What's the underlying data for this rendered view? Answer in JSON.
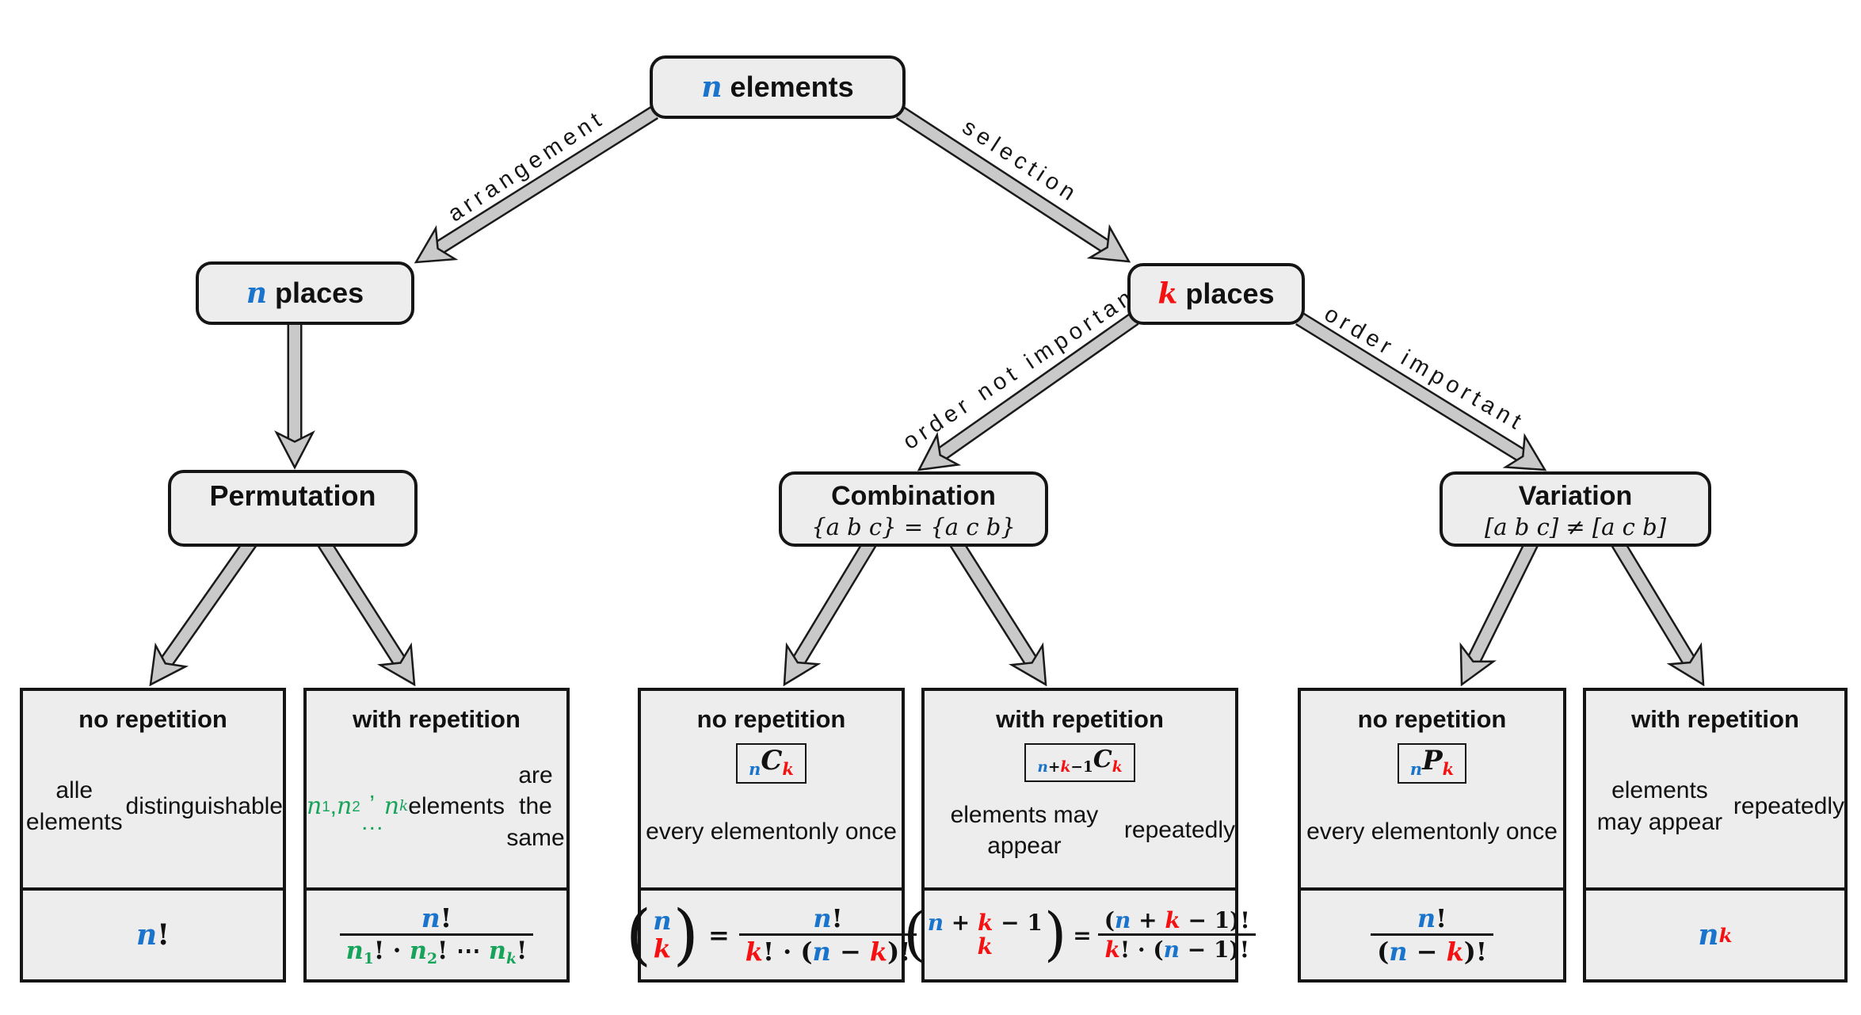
{
  "colors": {
    "blue": "#1b74cc",
    "red": "#f41112",
    "green": "#17a45a"
  },
  "nodes": {
    "root": {
      "title": [
        {
          "t": "n",
          "c": "blue",
          "i": 1
        },
        {
          "t": " elements"
        }
      ]
    },
    "n_places": {
      "title": [
        {
          "t": "n",
          "c": "blue",
          "i": 1
        },
        {
          "t": " places"
        }
      ]
    },
    "k_places": {
      "title": [
        {
          "t": "k",
          "c": "red",
          "i": 1
        },
        {
          "t": " places"
        }
      ]
    },
    "permutation": {
      "title": [
        {
          "t": "Permutation"
        }
      ]
    },
    "combination": {
      "title": [
        {
          "t": "Combination"
        }
      ],
      "subtitle": [
        {
          "t": "{a b c} = {a c b}",
          "i": 1
        }
      ]
    },
    "variation": {
      "title": [
        {
          "t": "Variation"
        }
      ],
      "subtitle": [
        {
          "t": "[a b c] ≠ [a c b]",
          "i": 1
        }
      ]
    }
  },
  "edge_labels": {
    "arrangement": "arrangement",
    "selection": "selection",
    "order_not_important": "order not important",
    "order_important": "order important"
  },
  "cards": [
    {
      "title": "no repetition",
      "desc": [
        {
          "t": "alle elements"
        },
        {
          "br": 1
        },
        {
          "t": "distinguishable"
        }
      ],
      "formula": [
        {
          "t": "n",
          "c": "blue",
          "i": 1
        },
        {
          "t": "!"
        }
      ]
    },
    {
      "title": "with repetition",
      "desc": [
        {
          "t": "n",
          "c": "green",
          "i": 1
        },
        {
          "t": "1",
          "c": "green",
          "sub": 1
        },
        {
          "t": ", ",
          "c": "green"
        },
        {
          "t": "n",
          "c": "green",
          "i": 1
        },
        {
          "t": "2",
          "c": "green",
          "sub": 1
        },
        {
          "t": ", … ",
          "c": "green"
        },
        {
          "t": "n",
          "c": "green",
          "i": 1
        },
        {
          "t": "k",
          "c": "green",
          "i": 1,
          "sub": 1
        },
        {
          "t": " elements"
        },
        {
          "br": 1
        },
        {
          "t": "are the same"
        }
      ],
      "formula": {
        "num": [
          {
            "t": "n",
            "c": "blue",
            "i": 1
          },
          {
            "t": "!"
          }
        ],
        "den": [
          {
            "t": "n",
            "c": "green",
            "i": 1
          },
          {
            "t": "1",
            "c": "green",
            "sub": 1
          },
          {
            "t": "! · "
          },
          {
            "t": "n",
            "c": "green",
            "i": 1
          },
          {
            "t": "2",
            "c": "green",
            "sub": 1
          },
          {
            "t": "! ⋯ "
          },
          {
            "t": "n",
            "c": "green",
            "i": 1
          },
          {
            "t": "k",
            "c": "green",
            "i": 1,
            "sub": 1
          },
          {
            "t": "!"
          }
        ]
      }
    },
    {
      "title": "no repetition",
      "symbol": [
        {
          "t": "n",
          "c": "blue",
          "i": 1,
          "sub": 1
        },
        {
          "t": "C",
          "i": 1
        },
        {
          "t": "k",
          "c": "red",
          "i": 1,
          "sub": 1
        }
      ],
      "desc": [
        {
          "t": "every element"
        },
        {
          "br": 1
        },
        {
          "t": "only once"
        }
      ],
      "formula": {
        "lparen": "(",
        "rparen": ")",
        "eq": "=",
        "top": [
          {
            "t": "n",
            "c": "blue",
            "i": 1
          }
        ],
        "bottom": [
          {
            "t": "k",
            "c": "red",
            "i": 1
          }
        ],
        "num": [
          {
            "t": "n",
            "c": "blue",
            "i": 1
          },
          {
            "t": "!"
          }
        ],
        "den": [
          {
            "t": "k",
            "c": "red",
            "i": 1
          },
          {
            "t": "! · ("
          },
          {
            "t": "n",
            "c": "blue",
            "i": 1
          },
          {
            "t": " − "
          },
          {
            "t": "k",
            "c": "red",
            "i": 1
          },
          {
            "t": ")!"
          }
        ]
      }
    },
    {
      "title": "with repetition",
      "symbol": [
        {
          "t": "n",
          "c": "blue",
          "i": 1,
          "sub": 1
        },
        {
          "t": "+",
          "sub": 1
        },
        {
          "t": "k",
          "c": "red",
          "i": 1,
          "sub": 1
        },
        {
          "t": "−1",
          "sub": 1
        },
        {
          "t": "C",
          "i": 1
        },
        {
          "t": "k",
          "c": "red",
          "i": 1,
          "sub": 1
        }
      ],
      "desc": [
        {
          "t": "elements may appear"
        },
        {
          "br": 1
        },
        {
          "t": "repeatedly"
        }
      ],
      "formula": {
        "lparen": "(",
        "rparen": ")",
        "eq": "=",
        "top": [
          {
            "t": "n",
            "c": "blue",
            "i": 1
          },
          {
            "t": " + "
          },
          {
            "t": "k",
            "c": "red",
            "i": 1
          },
          {
            "t": " − 1"
          }
        ],
        "bottom": [
          {
            "t": "k",
            "c": "red",
            "i": 1
          }
        ],
        "num": [
          {
            "t": "("
          },
          {
            "t": "n",
            "c": "blue",
            "i": 1
          },
          {
            "t": " + "
          },
          {
            "t": "k",
            "c": "red",
            "i": 1
          },
          {
            "t": " − 1)!"
          }
        ],
        "den": [
          {
            "t": "k",
            "c": "red",
            "i": 1
          },
          {
            "t": "! · ("
          },
          {
            "t": "n",
            "c": "blue",
            "i": 1
          },
          {
            "t": " − 1)!"
          }
        ]
      }
    },
    {
      "title": "no repetition",
      "symbol": [
        {
          "t": "n",
          "c": "blue",
          "i": 1,
          "sub": 1
        },
        {
          "t": "P",
          "i": 1
        },
        {
          "t": "k",
          "c": "red",
          "i": 1,
          "sub": 1
        }
      ],
      "desc": [
        {
          "t": "every element"
        },
        {
          "br": 1
        },
        {
          "t": "only once"
        }
      ],
      "formula": {
        "num": [
          {
            "t": "n",
            "c": "blue",
            "i": 1
          },
          {
            "t": "!"
          }
        ],
        "den": [
          {
            "t": "("
          },
          {
            "t": "n",
            "c": "blue",
            "i": 1
          },
          {
            "t": " − "
          },
          {
            "t": "k",
            "c": "red",
            "i": 1
          },
          {
            "t": ")!"
          }
        ]
      }
    },
    {
      "title": "with repetition",
      "desc": [
        {
          "t": "elements may appear"
        },
        {
          "br": 1
        },
        {
          "t": "repeatedly"
        }
      ],
      "formula": [
        {
          "t": "n",
          "c": "blue",
          "i": 1
        },
        {
          "t": "k",
          "c": "red",
          "i": 1,
          "sup": 1
        }
      ]
    }
  ]
}
